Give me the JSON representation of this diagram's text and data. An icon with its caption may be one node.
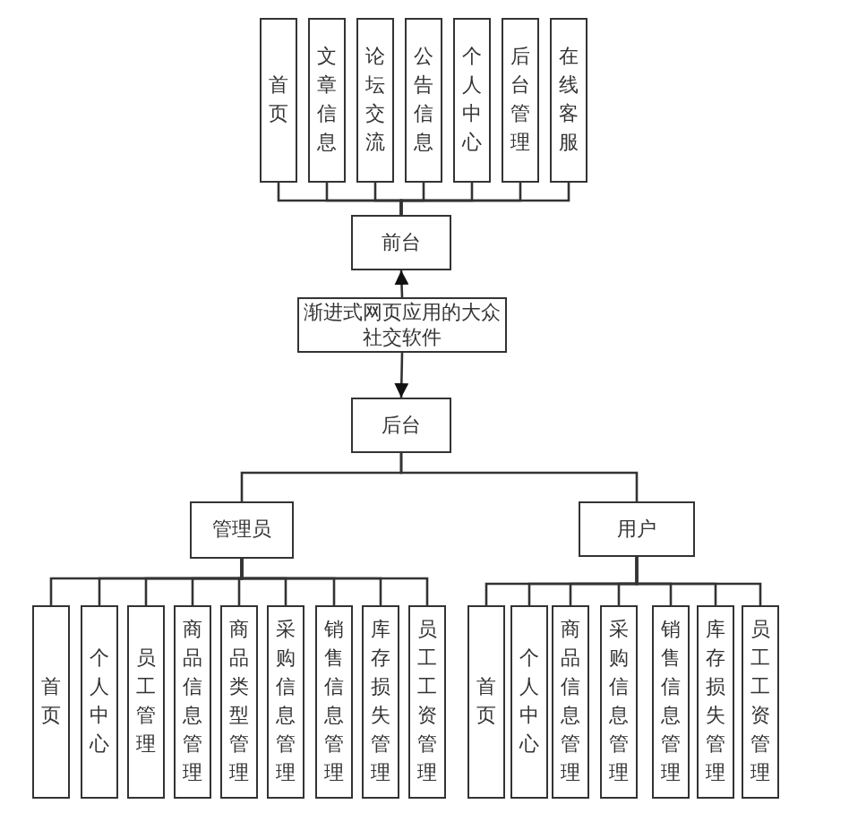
{
  "diagram": {
    "nodes": [
      {
        "text": [
          "首页"
        ]
      },
      {
        "text": [
          "文章信息"
        ]
      },
      {
        "text": [
          "论坛交流"
        ]
      },
      {
        "text": [
          "公告信息"
        ]
      },
      {
        "text": [
          "个人中心"
        ]
      },
      {
        "text": [
          "后台管理"
        ]
      },
      {
        "text": [
          "在线客服"
        ]
      },
      {
        "text": [
          "前台"
        ]
      },
      {
        "text": [
          "渐进式网页应用的大众社交软件"
        ]
      },
      {
        "text": [
          "后台"
        ]
      },
      {
        "text": [
          "管理员"
        ]
      },
      {
        "text": [
          "用户"
        ]
      },
      {
        "text": [
          "首页"
        ]
      },
      {
        "text": [
          "个人中心"
        ]
      },
      {
        "text": [
          "员工管理"
        ]
      },
      {
        "text": [
          "商品信息管理"
        ]
      },
      {
        "text": [
          "商品类型管理"
        ]
      },
      {
        "text": [
          "采购信息管理"
        ]
      },
      {
        "text": [
          "销售信息管理"
        ]
      },
      {
        "text": [
          "库存损失管理"
        ]
      },
      {
        "text": [
          "员工工资管理"
        ]
      },
      {
        "text": [
          "首页"
        ]
      },
      {
        "text": [
          "个人中心"
        ]
      },
      {
        "text": [
          "商品信息管理"
        ]
      },
      {
        "text": [
          "采购信息管理"
        ]
      },
      {
        "text": [
          "销售信息管理"
        ]
      },
      {
        "text": [
          "库存损失管理"
        ]
      },
      {
        "text": [
          "员工工资管理"
        ]
      }
    ],
    "edges": [
      {
        "from": 7,
        "to": 0,
        "arrow": "none"
      },
      {
        "from": 7,
        "to": 1,
        "arrow": "none"
      },
      {
        "from": 7,
        "to": 2,
        "arrow": "none"
      },
      {
        "from": 7,
        "to": 3,
        "arrow": "none"
      },
      {
        "from": 7,
        "to": 4,
        "arrow": "none"
      },
      {
        "from": 7,
        "to": 5,
        "arrow": "none"
      },
      {
        "from": 7,
        "to": 6,
        "arrow": "none"
      },
      {
        "from": 8,
        "to": 7,
        "arrow": "to"
      },
      {
        "from": 8,
        "to": 9,
        "arrow": "to"
      },
      {
        "from": 9,
        "to": 10,
        "arrow": "none"
      },
      {
        "from": 9,
        "to": 11,
        "arrow": "none"
      },
      {
        "from": 10,
        "to": 12,
        "arrow": "none"
      },
      {
        "from": 10,
        "to": 13,
        "arrow": "none"
      },
      {
        "from": 10,
        "to": 14,
        "arrow": "none"
      },
      {
        "from": 10,
        "to": 15,
        "arrow": "none"
      },
      {
        "from": 10,
        "to": 16,
        "arrow": "none"
      },
      {
        "from": 10,
        "to": 17,
        "arrow": "none"
      },
      {
        "from": 10,
        "to": 18,
        "arrow": "none"
      },
      {
        "from": 10,
        "to": 19,
        "arrow": "none"
      },
      {
        "from": 10,
        "to": 20,
        "arrow": "none"
      },
      {
        "from": 11,
        "to": 21,
        "arrow": "none"
      },
      {
        "from": 11,
        "to": 22,
        "arrow": "none"
      },
      {
        "from": 11,
        "to": 23,
        "arrow": "none"
      },
      {
        "from": 11,
        "to": 24,
        "arrow": "none"
      },
      {
        "from": 11,
        "to": 25,
        "arrow": "none"
      },
      {
        "from": 11,
        "to": 26,
        "arrow": "none"
      },
      {
        "from": 11,
        "to": 27,
        "arrow": "none"
      }
    ]
  }
}
